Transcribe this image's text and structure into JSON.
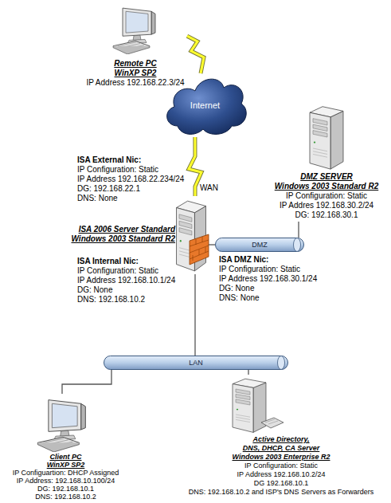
{
  "diagram": {
    "nodes": [
      {
        "text": [
          "Remote PC",
          "WinXP SP2",
          "IP Address 192.168.22.3/24"
        ]
      },
      {
        "text": [
          "Internet"
        ]
      },
      {
        "text": [
          "ISA 2006 Server Standard",
          "Windows 2003 Standard R2"
        ]
      },
      {
        "text": [
          "DMZ SERVER",
          "Windows 2003 Standard R2",
          "IP Configuration: Static",
          "IP Addres 192.168.30.2/24",
          "DG: 192.168.30.1"
        ]
      },
      {
        "text": [
          "DMZ"
        ]
      },
      {
        "text": [
          "LAN"
        ]
      },
      {
        "text": [
          "Client PC",
          "WinXP SP2",
          "IP Configuartion: DHCP Assigned",
          "IP Address: 192.168.10.100/24",
          "DG: 192.168.10.1",
          "DNS: 192.168.10.2"
        ]
      },
      {
        "text": [
          "Active Directory,",
          "DNS, DHCP, CA Server",
          "Windows 2003 Enterprise R2",
          "IP Configuration: Static",
          "IP Address 192.168.10.2/24",
          "DG 192.168.10.1",
          "DNS: 192.168.10.2 and ISP's DNS Servers as Forwarders"
        ]
      }
    ],
    "edges": [
      {
        "from": 0,
        "to": 1,
        "arrow": "none"
      },
      {
        "from": 1,
        "to": 2,
        "label": "WAN",
        "arrow": "none"
      },
      {
        "from": 2,
        "to": 4,
        "arrow": "none"
      },
      {
        "from": 4,
        "to": 3,
        "arrow": "none"
      },
      {
        "from": 2,
        "to": 5,
        "arrow": "none"
      },
      {
        "from": 5,
        "to": 6,
        "arrow": "none"
      },
      {
        "from": 5,
        "to": 7,
        "arrow": "none"
      }
    ],
    "labels": [
      "ISA External Nic:",
      "IP Configuration: Static",
      "IP Address 192.168.22.234/24",
      "DG: 192.168.22.1",
      "DNS: None",
      "ISA DMZ Nic:",
      "IP Configuration: Static",
      "IP Address 192.168.30.1/24",
      "DG: None",
      "DNS: None",
      "ISA Internal Nic:",
      "IP Configuration: Static",
      "IP Address 192.168.10.1/24",
      "DG: None",
      "DNS: 192.168.10.2"
    ]
  }
}
